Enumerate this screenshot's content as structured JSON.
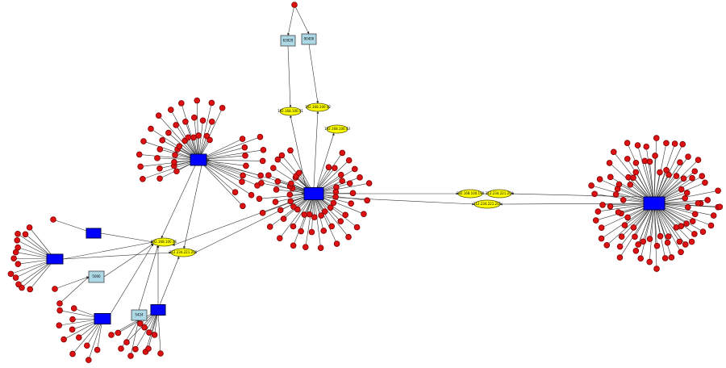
{
  "graph": {
    "colors": {
      "leaf": "#dd1111",
      "hub": "#0000ff",
      "box_node": "#add8e6",
      "ellipse_node": "#ffff00"
    },
    "node_types": [
      "leaf-dot",
      "hub-box",
      "labeled-box",
      "labeled-ellipse"
    ],
    "box_labels": {
      "top_left": "63929",
      "top_right": "90400",
      "mid_left": "5000",
      "bottom": "5424"
    },
    "ellipse_labels": {
      "top_a": "192.168.100.41",
      "top_b": "192.168.100.42",
      "top_c": "192.168.100.43",
      "left_a": "192.168.100.46",
      "left_b": "212.234.221.200",
      "right_a": "192.168.100.190",
      "right_b": "212.234.221.204",
      "right_c": "212.234.221.205"
    }
  }
}
